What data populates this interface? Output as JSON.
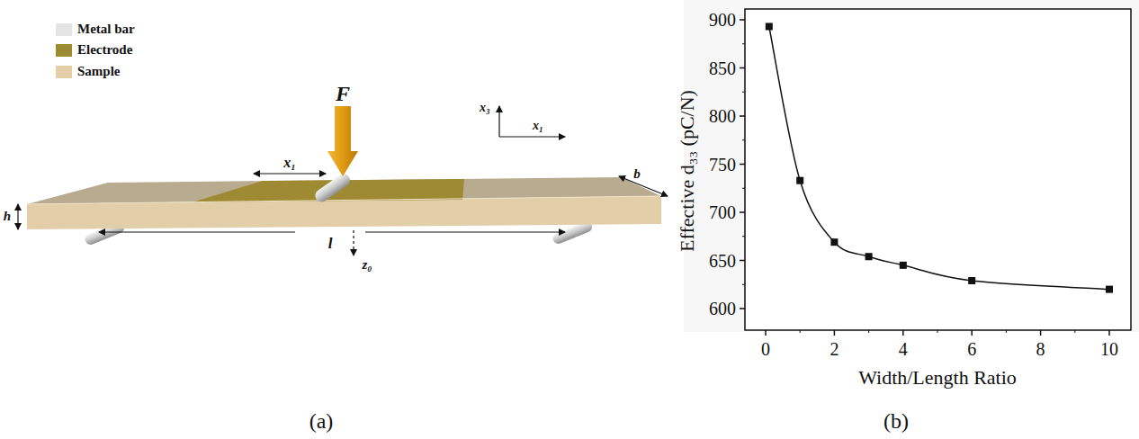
{
  "diagram": {
    "labels": [
      "F",
      "x₁",
      "x₃",
      "x₁",
      "b",
      "h",
      "l",
      "z₀",
      "(a)",
      "600",
      "650",
      "700",
      "750",
      "800",
      "850",
      "900",
      "0",
      "2",
      "4",
      "6",
      "8",
      "10",
      "Effective d₃₃ (pC/N)",
      "Width/Length Ratio",
      "(b)"
    ],
    "legend": [
      {
        "text": "Metal bar",
        "color": "#e4e4e4"
      },
      {
        "text": "Electrode",
        "color": "#9e8a33"
      },
      {
        "text": "Sample",
        "color": "#e2cfaa"
      }
    ]
  }
}
